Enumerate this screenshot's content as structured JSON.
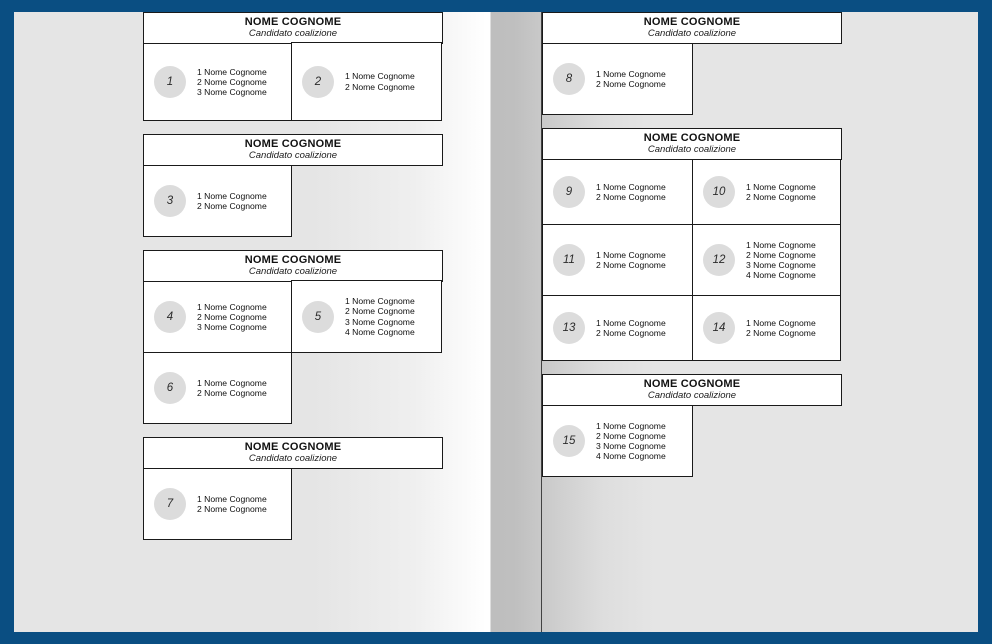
{
  "page": {
    "frame_color": "#0a4e82",
    "paper_color": "#ffffff",
    "background_color": "#e5e5e5",
    "disc_color": "#dcdcdc",
    "name_entry_text": "Nome Cognome"
  },
  "card_header": {
    "title": "NOME COGNOME",
    "subtitle": "Candidato coalizione"
  },
  "columns": [
    {
      "side": "left",
      "cards": [
        {
          "header": {
            "title": "NOME COGNOME",
            "subtitle": "Candidato coalizione"
          },
          "cells": [
            {
              "number": "1",
              "names": [
                "1 Nome Cognome",
                "2 Nome Cognome",
                "3 Nome Cognome"
              ]
            },
            {
              "number": "2",
              "names": [
                "1 Nome Cognome",
                "2 Nome Cognome"
              ]
            }
          ]
        },
        {
          "header": {
            "title": "NOME COGNOME",
            "subtitle": "Candidato coalizione"
          },
          "cells": [
            {
              "number": "3",
              "names": [
                "1 Nome Cognome",
                "2 Nome Cognome"
              ]
            }
          ]
        },
        {
          "header": {
            "title": "NOME COGNOME",
            "subtitle": "Candidato coalizione"
          },
          "cells": [
            {
              "number": "4",
              "names": [
                "1 Nome Cognome",
                "2 Nome Cognome",
                "3 Nome Cognome"
              ]
            },
            {
              "number": "5",
              "names": [
                "1 Nome Cognome",
                "2 Nome Cognome",
                "3 Nome Cognome",
                "4 Nome Cognome"
              ]
            },
            {
              "number": "6",
              "names": [
                "1 Nome Cognome",
                "2 Nome Cognome"
              ]
            }
          ]
        },
        {
          "header": {
            "title": "NOME COGNOME",
            "subtitle": "Candidato coalizione"
          },
          "cells": [
            {
              "number": "7",
              "names": [
                "1 Nome Cognome",
                "2 Nome Cognome"
              ]
            }
          ]
        }
      ]
    },
    {
      "side": "right",
      "cards": [
        {
          "header": {
            "title": "NOME COGNOME",
            "subtitle": "Candidato coalizione"
          },
          "cells": [
            {
              "number": "8",
              "names": [
                "1 Nome Cognome",
                "2 Nome Cognome"
              ]
            }
          ]
        },
        {
          "header": {
            "title": "NOME COGNOME",
            "subtitle": "Candidato coalizione"
          },
          "cells": [
            {
              "number": "9",
              "names": [
                "1 Nome Cognome",
                "2 Nome Cognome"
              ]
            },
            {
              "number": "10",
              "names": [
                "1 Nome Cognome",
                "2 Nome Cognome"
              ]
            },
            {
              "number": "11",
              "names": [
                "1 Nome Cognome",
                "2 Nome Cognome"
              ]
            },
            {
              "number": "12",
              "names": [
                "1 Nome Cognome",
                "2 Nome Cognome",
                "3 Nome Cognome",
                "4 Nome Cognome"
              ]
            },
            {
              "number": "13",
              "names": [
                "1 Nome Cognome",
                "2 Nome Cognome"
              ]
            },
            {
              "number": "14",
              "names": [
                "1 Nome Cognome",
                "2 Nome Cognome"
              ]
            }
          ]
        },
        {
          "header": {
            "title": "NOME COGNOME",
            "subtitle": "Candidato coalizione"
          },
          "cells": [
            {
              "number": "15",
              "names": [
                "1 Nome Cognome",
                "2 Nome Cognome",
                "3 Nome Cognome",
                "4 Nome Cognome"
              ]
            }
          ]
        }
      ]
    }
  ]
}
